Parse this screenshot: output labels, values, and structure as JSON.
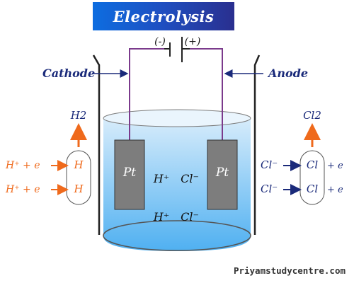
{
  "title": "Electrolysis",
  "battery": {
    "negative_label": "(-)",
    "positive_label": "(+)"
  },
  "electrodes": {
    "cathode_label": "Cathode",
    "anode_label": "Anode",
    "left_plate": "Pt",
    "right_plate": "Pt"
  },
  "solution_ions": [
    {
      "cation": "H⁺",
      "anion": "Cl⁻"
    },
    {
      "cation": "H⁺",
      "anion": "Cl⁻"
    }
  ],
  "cathode_side": {
    "gas": "H2",
    "reactions": [
      {
        "reactants": "H⁺ + e",
        "product": "H"
      },
      {
        "reactants": "H⁺ + e",
        "product": "H"
      }
    ]
  },
  "anode_side": {
    "gas": "Cl2",
    "reactions": [
      {
        "reactant": "Cl⁻",
        "product": "Cl",
        "electron": "+ e"
      },
      {
        "reactant": "Cl⁻",
        "product": "Cl",
        "electron": "+ e"
      }
    ]
  },
  "credit": "Priyamstudycentre.com",
  "colors": {
    "wire": "#7b3a8c",
    "electrode": "#7d7d7d",
    "solution_top": "#d7ecfb",
    "solution_bottom": "#4fb0f1",
    "navy": "#1a2a7a",
    "orange": "#ef6a1c",
    "banner_start": "#0d6de0",
    "banner_end": "#2a2f8f"
  },
  "icons": [
    "up-arrow-icon",
    "right-arrow-icon",
    "battery-icon"
  ]
}
